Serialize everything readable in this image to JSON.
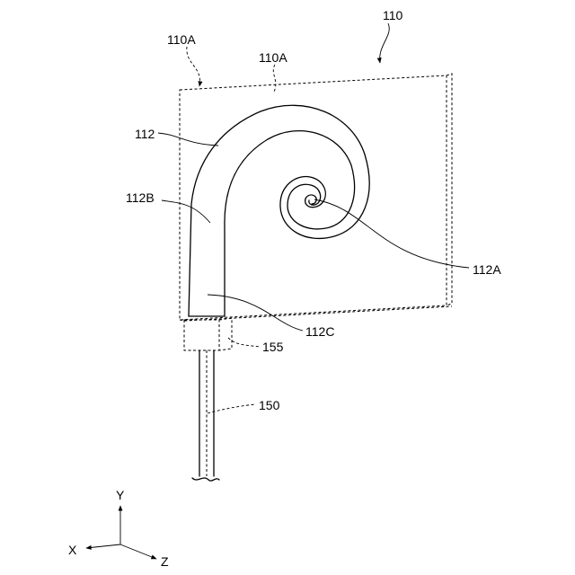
{
  "labels": {
    "assembly": "110",
    "surface_left": "110A",
    "surface_top": "110A",
    "antenna": "112",
    "inner_end": "112A",
    "bend": "112B",
    "feed_end": "112C",
    "connector": "155",
    "cable": "150"
  },
  "axes": {
    "y": "Y",
    "x": "X",
    "z": "Z"
  }
}
